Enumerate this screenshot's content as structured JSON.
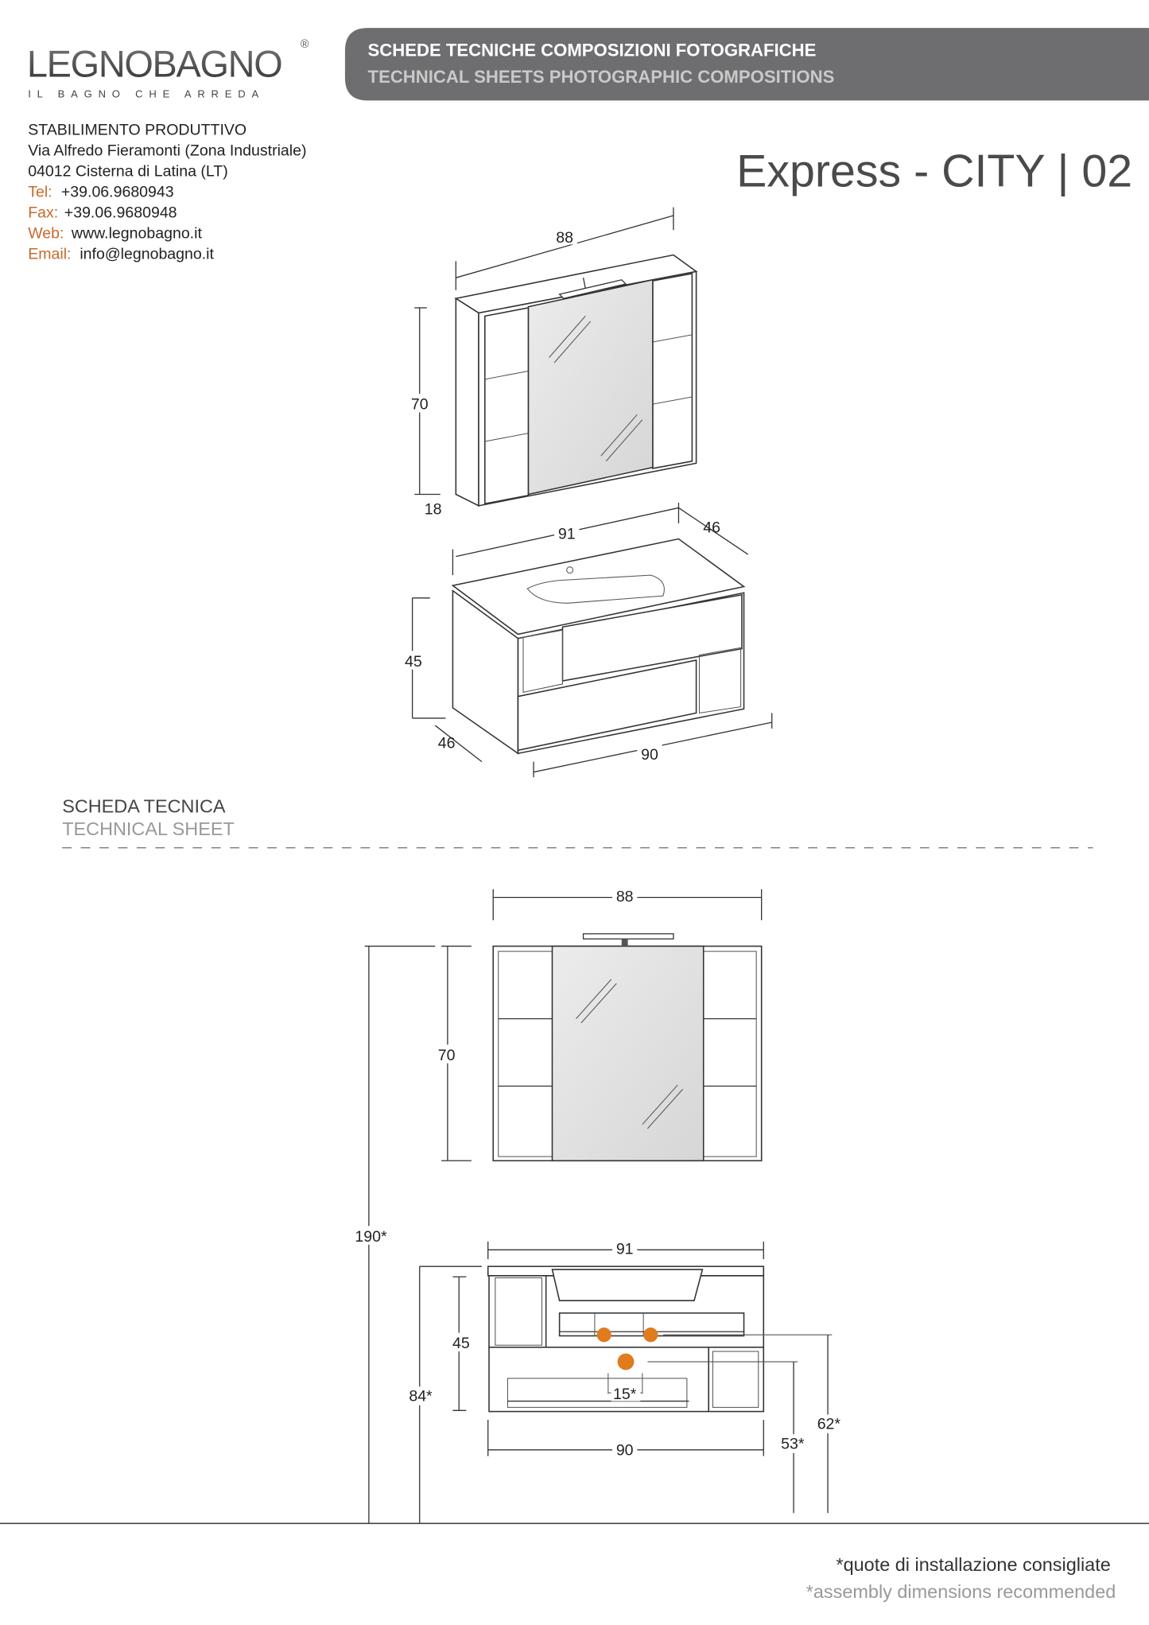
{
  "brand": {
    "name": "LEGNOBAGNO",
    "registered": "®",
    "tagline": "IL BAGNO CHE ARREDA"
  },
  "banner": {
    "title_it": "SCHEDE TECNICHE COMPOSIZIONI FOTOGRAFICHE",
    "title_en": "TECHNICAL SHEETS PHOTOGRAPHIC COMPOSITIONS"
  },
  "address": {
    "heading": "STABILIMENTO PRODUTTIVO",
    "street": "Via Alfredo Fieramonti (Zona Industriale)",
    "city": "04012 Cisterna di Latina (LT)",
    "tel_label": "Tel:",
    "tel": "+39.06.9680943",
    "fax_label": "Fax:",
    "fax": "+39.06.9680948",
    "web_label": "Web:",
    "web": "www.legnobagno.it",
    "email_label": "Email:",
    "email": "info@legnobagno.it"
  },
  "product_title": "Express - CITY | 02",
  "iso": {
    "mirror_width": "88",
    "mirror_height": "70",
    "mirror_depth": "18",
    "top_width": "91",
    "top_depth": "46",
    "base_height": "45",
    "base_depth": "46",
    "base_width": "90"
  },
  "section": {
    "title_it": "SCHEDA TECNICA",
    "title_en": "TECHNICAL SHEET"
  },
  "front": {
    "mirror_width": "88",
    "mirror_height": "70",
    "total_height": "190*",
    "top_width": "91",
    "base_height": "45",
    "install_height": "84*",
    "base_width": "90",
    "spacing": "15*",
    "drain_height": "53*",
    "supply_height": "62*"
  },
  "colors": {
    "accent": "#c8692a",
    "banner": "#6e6e70",
    "fitting": "#e07b1e"
  },
  "footer": {
    "note_it": "*quote di installazione consigliate",
    "note_en": "*assembly dimensions recommended"
  }
}
